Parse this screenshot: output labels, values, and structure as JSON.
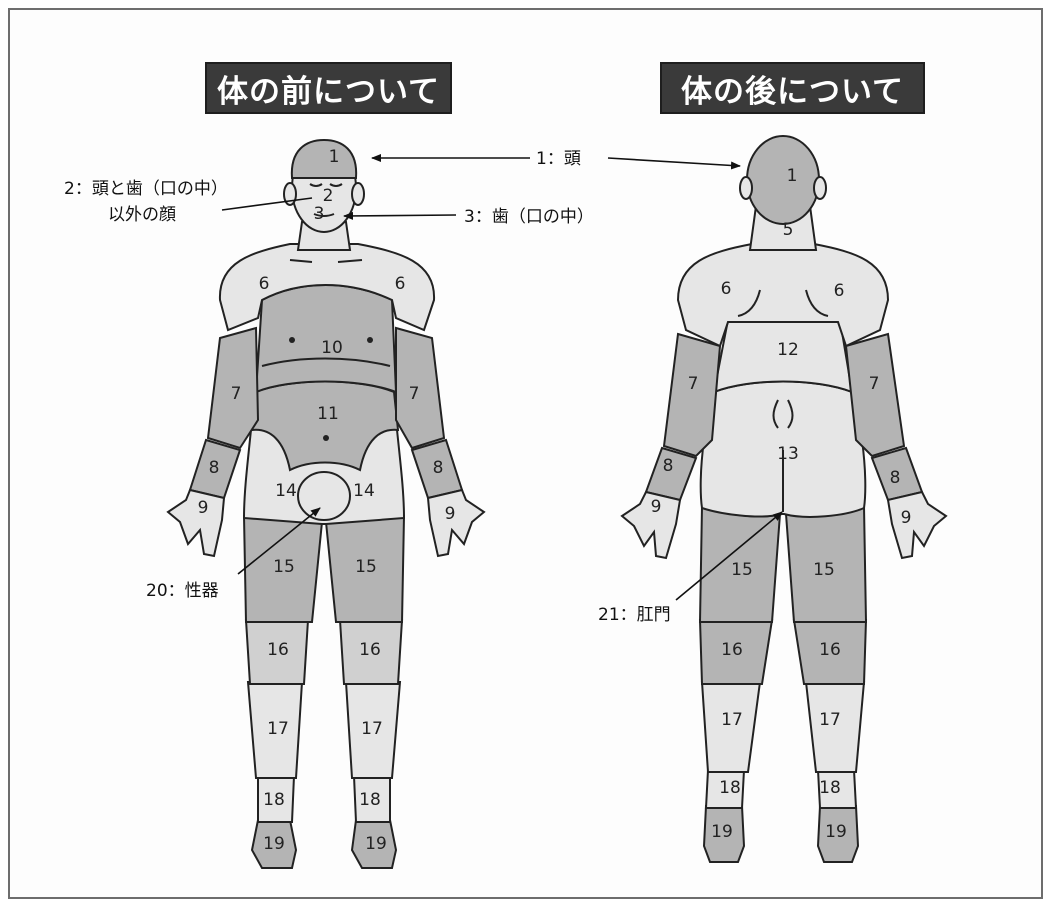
{
  "titles": {
    "front": "体の前について",
    "back": "体の後について"
  },
  "callouts": {
    "head": "1：頭",
    "face_line1": "2：頭と歯（口の中）",
    "face_line2": "以外の顔",
    "teeth": "3：歯（口の中）",
    "genitals": "20：性器",
    "anus": "21：肛門"
  },
  "front_numbers": {
    "head": "1",
    "face": "2",
    "teeth": "3",
    "shoulder_l": "6",
    "shoulder_r": "6",
    "chest": "10",
    "abdomen": "11",
    "upper_arm_l": "7",
    "upper_arm_r": "7",
    "forearm_l": "8",
    "forearm_r": "8",
    "hand_l": "9",
    "hand_r": "9",
    "hip_l": "14",
    "hip_r": "14",
    "thigh_l": "15",
    "thigh_r": "15",
    "knee_l": "16",
    "knee_r": "16",
    "shin_l": "17",
    "shin_r": "17",
    "ankle_l": "18",
    "ankle_r": "18",
    "foot_l": "19",
    "foot_r": "19"
  },
  "back_numbers": {
    "head": "1",
    "neck": "5",
    "shoulder_l": "6",
    "shoulder_r": "6",
    "back": "12",
    "lower_back": "13",
    "upper_arm_l": "7",
    "upper_arm_r": "7",
    "forearm_l": "8",
    "forearm_r": "8",
    "hand_l": "9",
    "hand_r": "9",
    "thigh_l": "15",
    "thigh_r": "15",
    "knee_l": "16",
    "knee_r": "16",
    "shin_l": "17",
    "shin_r": "17",
    "ankle_l": "18",
    "ankle_r": "18",
    "foot_l": "19",
    "foot_r": "19"
  },
  "colors": {
    "light_region": "#e6e6e6",
    "dark_region": "#b4b4b4",
    "title_background": "#3a3a3a"
  }
}
